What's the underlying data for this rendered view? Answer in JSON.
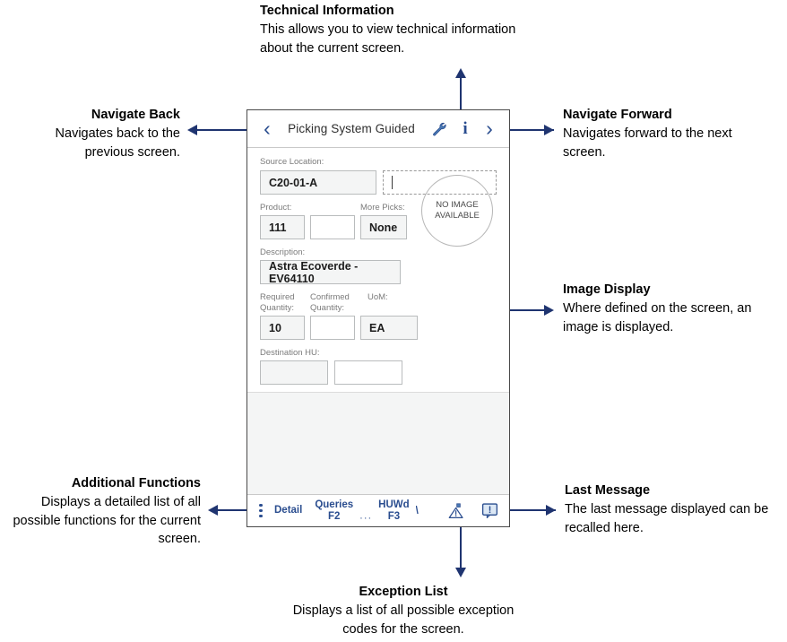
{
  "callouts": {
    "technical_information": {
      "title": "Technical Information",
      "body": "This allows you to view technical information about the current screen."
    },
    "navigate_back": {
      "title": "Navigate Back",
      "body": "Navigates back to the previous screen."
    },
    "navigate_forward": {
      "title": "Navigate Forward",
      "body": "Navigates forward to the next screen."
    },
    "image_display": {
      "title": "Image Display",
      "body": "Where defined on the screen, an image is displayed."
    },
    "additional_functions": {
      "title": "Additional Functions",
      "body": "Displays a detailed list of all possible functions for the current screen."
    },
    "last_message": {
      "title": "Last Message",
      "body": "The last message displayed can be recalled here."
    },
    "exception_list": {
      "title": "Exception List",
      "body": "Displays a list of all possible exception codes for the screen."
    }
  },
  "device": {
    "header": {
      "back_icon": "‹",
      "title": "Picking System Guided",
      "wrench_icon": "wrench-icon",
      "info_icon": "i",
      "forward_icon": "›"
    },
    "form": {
      "source_location_label": "Source Location:",
      "source_location_value": "C20-01-A",
      "source_location_input_value": "",
      "product_label": "Product:",
      "product_value": "111",
      "product_input_value": "",
      "more_picks_label": "More Picks:",
      "more_picks_value": "None",
      "description_label": "Description:",
      "description_value": "Astra Ecoverde - EV64110",
      "required_quantity_label": "Required Quantity:",
      "required_quantity_value": "10",
      "confirmed_quantity_label": "Confirmed Quantity:",
      "confirmed_quantity_value": "",
      "uom_label": "UoM:",
      "uom_value": "EA",
      "destination_hu_label": "Destination HU:",
      "destination_hu_value": "",
      "destination_hu_value2": "",
      "no_image_line1": "NO IMAGE",
      "no_image_line2": "AVAILABLE"
    },
    "toolbar": {
      "menu_icon": "kebab-menu-icon",
      "detail_label": "Detail",
      "queries_label": "Queries",
      "queries_key": "F2",
      "overflow_ellipsis": "···",
      "huwd_label": "HUWd",
      "huwd_key": "F3",
      "clipped_label": "\\",
      "exception_icon": "warning-triangle-icon",
      "message_icon": "message-alert-icon"
    }
  },
  "colors": {
    "accent_navy": "#1f3470",
    "icon_blue": "#2a4d8f",
    "field_border": "#b9bcbd",
    "field_fill": "#f4f5f5"
  }
}
